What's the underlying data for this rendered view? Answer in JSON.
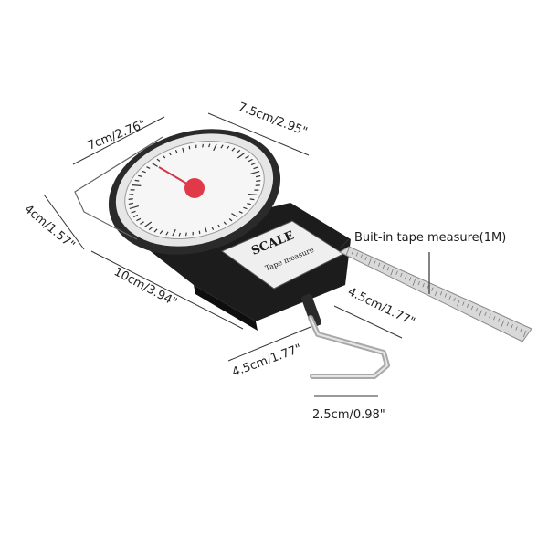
{
  "product": {
    "label_brand": "SCALE",
    "label_subtitle": "Tape measure"
  },
  "dimensions": {
    "top_width": "7cm/2.76\"",
    "top_depth": "7.5cm/2.95\"",
    "side_thickness": "4cm/1.57\"",
    "body_length": "10cm/3.94\"",
    "hook_height": "4.5cm/1.77\"",
    "hook_length": "4.5cm/1.77\"",
    "hook_width": "2.5cm/0.98\""
  },
  "callouts": {
    "tape_measure": "Buit-in tape measure(1M)"
  },
  "colors": {
    "body": "#1c1c1c",
    "dial_face": "#f4f4f4",
    "needle_hub": "#e03a4a",
    "metal": "#bdbdbd"
  }
}
